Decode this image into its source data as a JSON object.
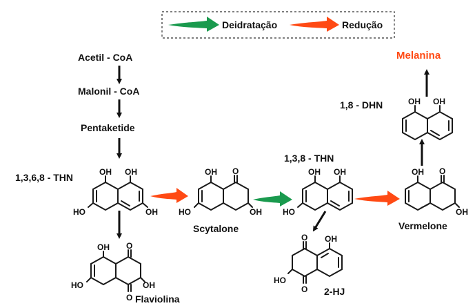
{
  "colors": {
    "dehydration": "#1a9a4e",
    "reduction": "#ff4a14",
    "melanin": "#ff4a14",
    "ink": "#111111"
  },
  "legend": {
    "dehydration_label": "Deidratação",
    "reduction_label": "Redução"
  },
  "pathway": {
    "acetyl": "Acetil - CoA",
    "malonyl": "Malonil - CoA",
    "pentaketide": "Pentaketide",
    "thn1368": "1,3,6,8 - THN",
    "scytalone": "Scytalone",
    "thn138": "1,3,8 - THN",
    "vermelone": "Vermelone",
    "dhn": "1,8 - DHN",
    "melanin": "Melanina",
    "flaviolin": "Flaviolina",
    "hj": "2-HJ"
  },
  "atoms": {
    "oh": "OH",
    "ho": "HO",
    "o": "O"
  }
}
